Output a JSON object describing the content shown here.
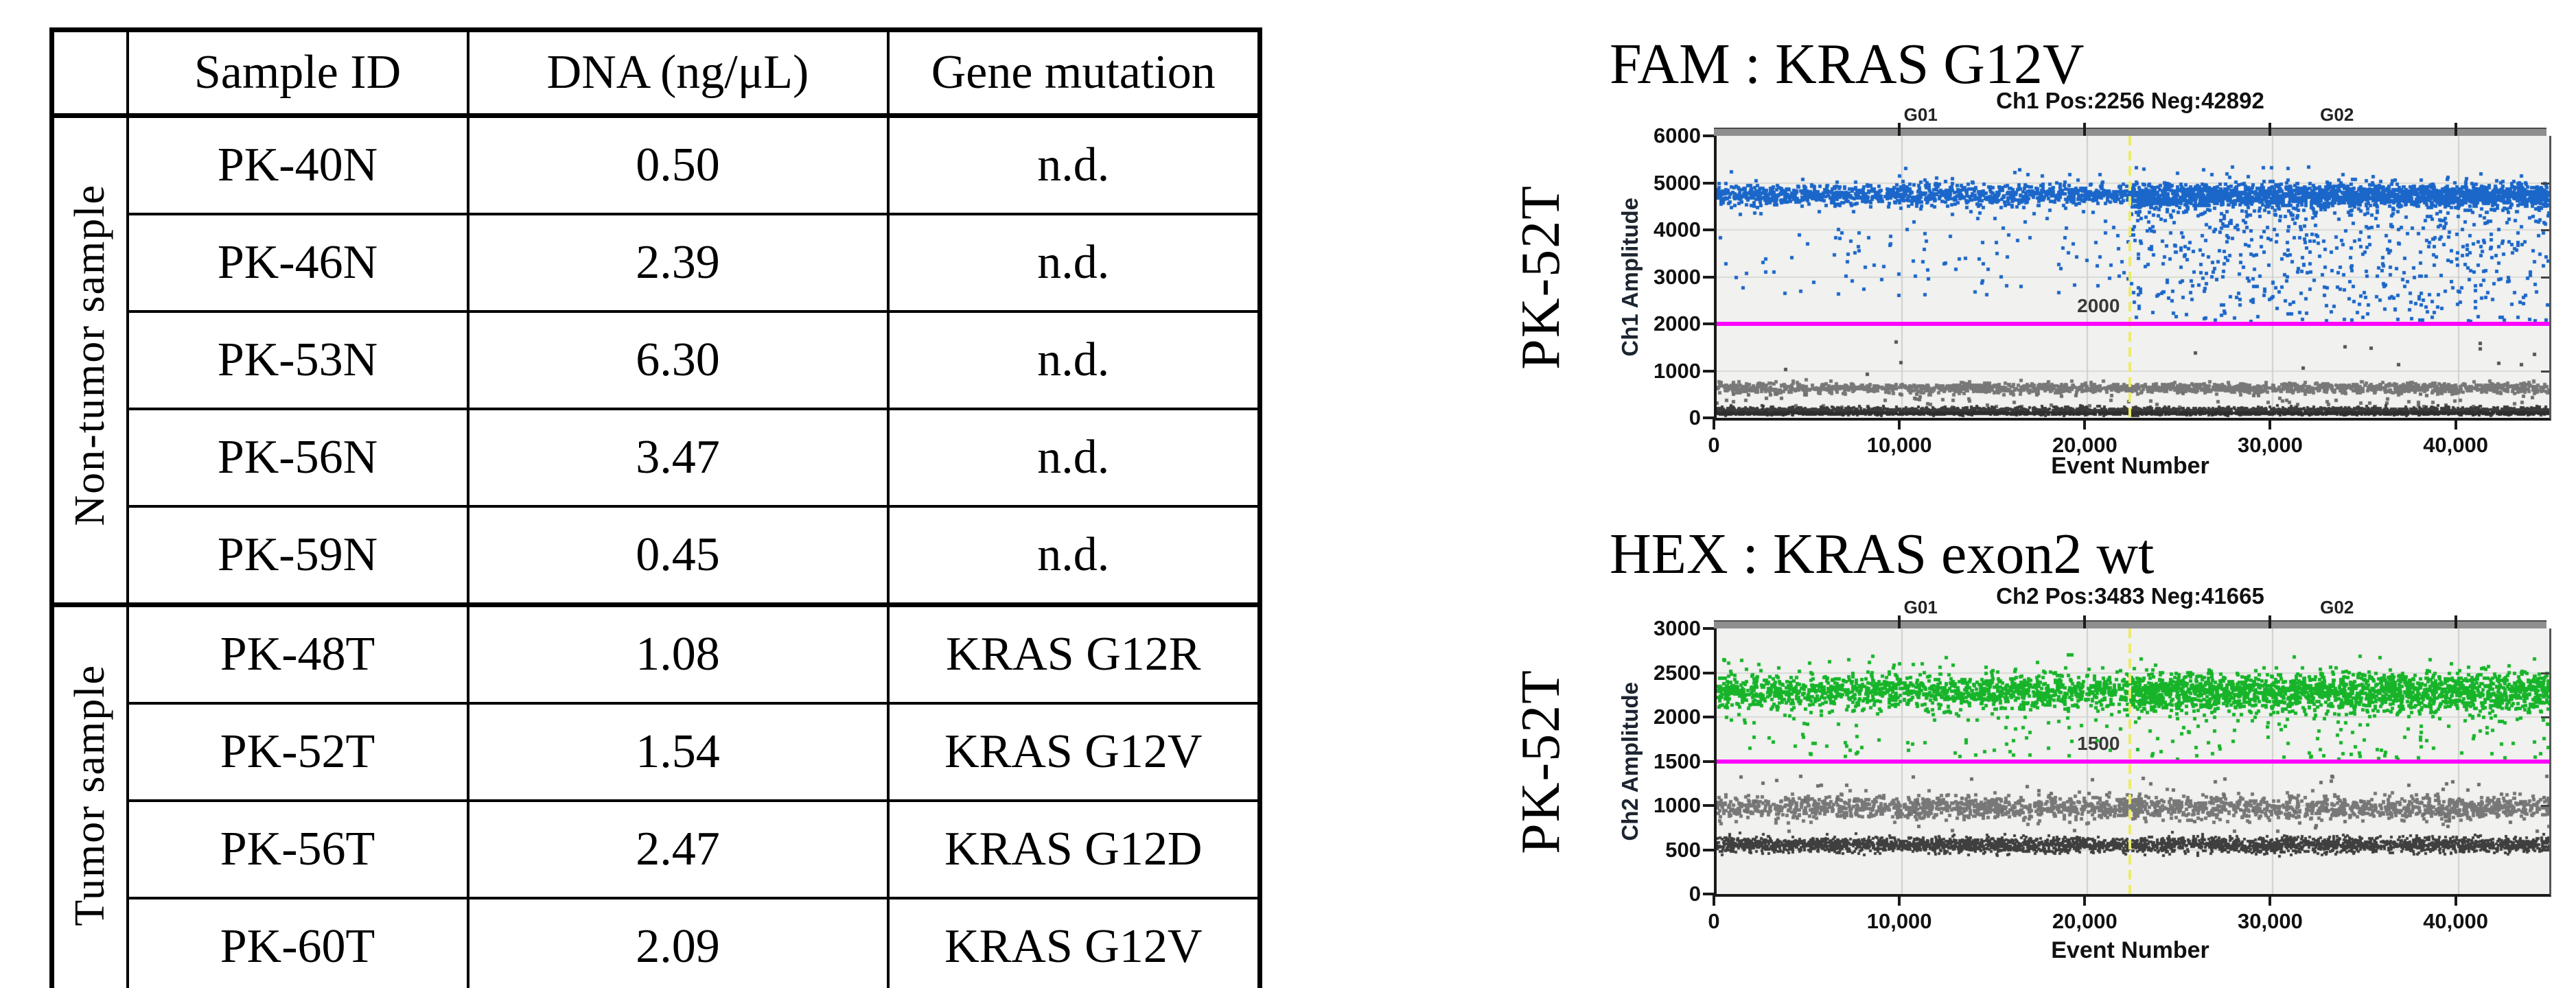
{
  "table": {
    "headers": {
      "corner": "",
      "sample_id": "Sample ID",
      "dna": "DNA (ng/μL)",
      "gene": "Gene mutation"
    },
    "groups": [
      {
        "label": "Non-tumor sample",
        "rows": [
          {
            "sample_id": "PK-40N",
            "dna": "0.50",
            "gene": "n.d."
          },
          {
            "sample_id": "PK-46N",
            "dna": "2.39",
            "gene": "n.d."
          },
          {
            "sample_id": "PK-53N",
            "dna": "6.30",
            "gene": "n.d."
          },
          {
            "sample_id": "PK-56N",
            "dna": "3.47",
            "gene": "n.d."
          },
          {
            "sample_id": "PK-59N",
            "dna": "0.45",
            "gene": "n.d."
          }
        ]
      },
      {
        "label": "Tumor sample",
        "rows": [
          {
            "sample_id": "PK-48T",
            "dna": "1.08",
            "gene": "KRAS G12R"
          },
          {
            "sample_id": "PK-52T",
            "dna": "1.54",
            "gene": "KRAS G12V"
          },
          {
            "sample_id": "PK-56T",
            "dna": "2.47",
            "gene": "KRAS G12D"
          },
          {
            "sample_id": "PK-60T",
            "dna": "2.09",
            "gene": "KRAS G12V"
          }
        ]
      }
    ]
  },
  "colors": {
    "fam_blue": "#1b66c9",
    "hex_green": "#17b42a",
    "threshold_magenta": "#ff00ff",
    "divider_yellow": "#ebeb6a",
    "mid_gray": "#787878",
    "dark_gray": "#3a3a3a",
    "plot_bg": "#f1f1ef",
    "grid_h": "#d8d8d6",
    "grid_v": "#cfcfcd"
  },
  "chart_data": [
    {
      "type": "scatter",
      "id": "fam",
      "title": "FAM : KRAS G12V",
      "sample_label": "PK-52T",
      "stats": "Ch1 Pos:2256 Neg:42892",
      "pos_count": 2256,
      "neg_count": 42892,
      "y_axis_label": "Ch1 Amplitude",
      "x_axis_label": "Event Number",
      "well_labels": [
        "G01",
        "G02"
      ],
      "ylim": [
        0,
        6000
      ],
      "y_tick_step": 1000,
      "y_tick_labels": [
        "0",
        "1000",
        "2000",
        "3000",
        "4000",
        "5000",
        "6000"
      ],
      "xlim": [
        0,
        44900
      ],
      "x_ticks": [
        0,
        10000,
        20000,
        30000,
        40000
      ],
      "x_tick_labels": [
        "0",
        "10,000",
        "20,000",
        "30,000",
        "40,000"
      ],
      "grid": true,
      "threshold": {
        "value": 2000,
        "label": "2000"
      },
      "divider_x": 22300,
      "series_description": "Positive FAM droplets (blue) band ~4750 with rain below; negative droplets (gray/dark) bands ~640 and ~150",
      "clusters": [
        {
          "name": "positive-band",
          "color": "#1b66c9",
          "size": 5,
          "count": 2300,
          "x": [
            0,
            44900
          ],
          "y_mean": 4750,
          "y_sd": 110
        },
        {
          "name": "positive-band-g02-extra",
          "color": "#1b66c9",
          "size": 5,
          "count": 700,
          "x": [
            22300,
            44900
          ],
          "y_mean": 4750,
          "y_sd": 130
        },
        {
          "name": "positive-high-outliers",
          "color": "#1b66c9",
          "size": 5,
          "count": 30,
          "x": [
            0,
            44900
          ],
          "y_range": [
            5050,
            5350
          ]
        },
        {
          "name": "rain-g01",
          "color": "#1b66c9",
          "size": 5,
          "count": 130,
          "x": [
            0,
            22300
          ],
          "y_range": [
            2600,
            4550
          ]
        },
        {
          "name": "rain-g02",
          "color": "#1b66c9",
          "size": 5,
          "count": 850,
          "x": [
            22300,
            44900
          ],
          "y_range": [
            2050,
            4650
          ],
          "bias": "high"
        },
        {
          "name": "mid-gray-band",
          "color": "#787878",
          "size": 5,
          "count": 1700,
          "x": [
            0,
            44900
          ],
          "y_mean": 640,
          "y_sd": 55
        },
        {
          "name": "gray-sparse",
          "color": "#6e6e6e",
          "size": 5,
          "count": 80,
          "x": [
            0,
            44900
          ],
          "y_range": [
            230,
            520
          ]
        },
        {
          "name": "gray-below-threshold",
          "color": "#555555",
          "size": 5,
          "count": 14,
          "x": [
            3000,
            44900
          ],
          "y_range": [
            900,
            1800
          ]
        },
        {
          "name": "negative-band",
          "color": "#3b3b3b",
          "size": 4,
          "count": 2600,
          "x": [
            0,
            44900
          ],
          "y_mean": 150,
          "y_sd": 38
        },
        {
          "name": "baseline-line",
          "color": "#2e2e2e",
          "size": 4,
          "count": 1500,
          "x": [
            0,
            44900
          ],
          "y_mean": 95,
          "y_sd": 14
        }
      ]
    },
    {
      "type": "scatter",
      "id": "hex",
      "title": "HEX : KRAS exon2 wt",
      "sample_label": "PK-52T",
      "stats": "Ch2 Pos:3483 Neg:41665",
      "pos_count": 3483,
      "neg_count": 41665,
      "y_axis_label": "Ch2 Amplitude",
      "x_axis_label": "Event Number",
      "well_labels": [
        "G01",
        "G02"
      ],
      "ylim": [
        0,
        3000
      ],
      "y_tick_step": 500,
      "y_tick_labels": [
        "0",
        "500",
        "1000",
        "1500",
        "2000",
        "2500",
        "3000"
      ],
      "xlim": [
        0,
        44900
      ],
      "x_ticks": [
        0,
        10000,
        20000,
        30000,
        40000
      ],
      "x_tick_labels": [
        "0",
        "10,000",
        "20,000",
        "30,000",
        "40,000"
      ],
      "grid": true,
      "threshold": {
        "value": 1500,
        "label": "1500"
      },
      "divider_x": 22300,
      "series_description": "Positive HEX droplets (green) band ~2290 with rain; negative droplets (gray/dark) bands ~975 and ~555",
      "clusters": [
        {
          "name": "positive-band",
          "color": "#17b42a",
          "size": 5,
          "count": 2700,
          "x": [
            0,
            44900
          ],
          "y_mean": 2290,
          "y_sd": 95
        },
        {
          "name": "positive-band-g02-extra",
          "color": "#17b42a",
          "size": 5,
          "count": 500,
          "x": [
            22300,
            44900
          ],
          "y_mean": 2310,
          "y_sd": 110
        },
        {
          "name": "positive-high-outliers",
          "color": "#17b42a",
          "size": 5,
          "count": 45,
          "x": [
            0,
            44900
          ],
          "y_range": [
            2480,
            2720
          ]
        },
        {
          "name": "rain-g01",
          "color": "#17b42a",
          "size": 5,
          "count": 90,
          "x": [
            0,
            22300
          ],
          "y_range": [
            1550,
            2120
          ]
        },
        {
          "name": "rain-g02",
          "color": "#17b42a",
          "size": 5,
          "count": 210,
          "x": [
            22300,
            44900
          ],
          "y_range": [
            1520,
            2130
          ],
          "bias": "high"
        },
        {
          "name": "gray-band",
          "color": "#787878",
          "size": 5,
          "count": 2000,
          "x": [
            0,
            44900
          ],
          "y_mean": 975,
          "y_sd": 65
        },
        {
          "name": "gray-outliers",
          "color": "#6e6e6e",
          "size": 5,
          "count": 70,
          "x": [
            0,
            44900
          ],
          "y_range": [
            700,
            1350
          ]
        },
        {
          "name": "negative-band",
          "color": "#3f3f3f",
          "size": 4,
          "count": 3200,
          "x": [
            0,
            44900
          ],
          "y_mean": 555,
          "y_sd": 42
        }
      ]
    }
  ]
}
